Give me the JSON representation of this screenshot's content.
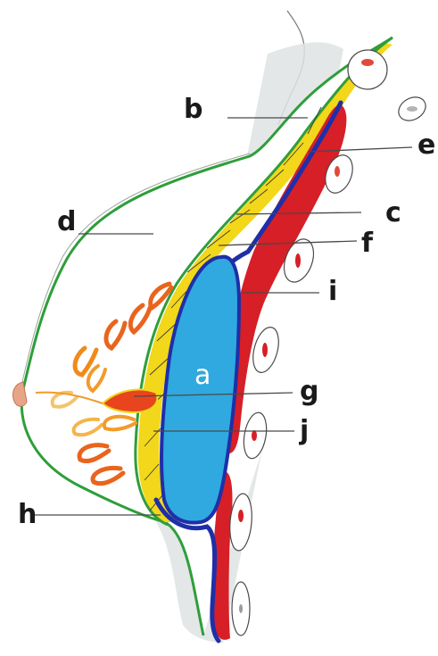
{
  "diagram": {
    "labels": {
      "a": "a",
      "b": "b",
      "c": "c",
      "d": "d",
      "e": "e",
      "f": "f",
      "g": "g",
      "h": "h",
      "i": "i",
      "j": "j"
    },
    "colors": {
      "skin_outline": "#2e9e3a",
      "glandular_fat_yellow": "#f2d71a",
      "implant_blue": "#2fa9df",
      "muscle_red": "#d61f26",
      "fascia_dark_blue": "#1f2fa8",
      "gland_orange": "#e9641d",
      "shadow_gray": "#d8dcdc",
      "nipple": "#e7a486"
    }
  }
}
